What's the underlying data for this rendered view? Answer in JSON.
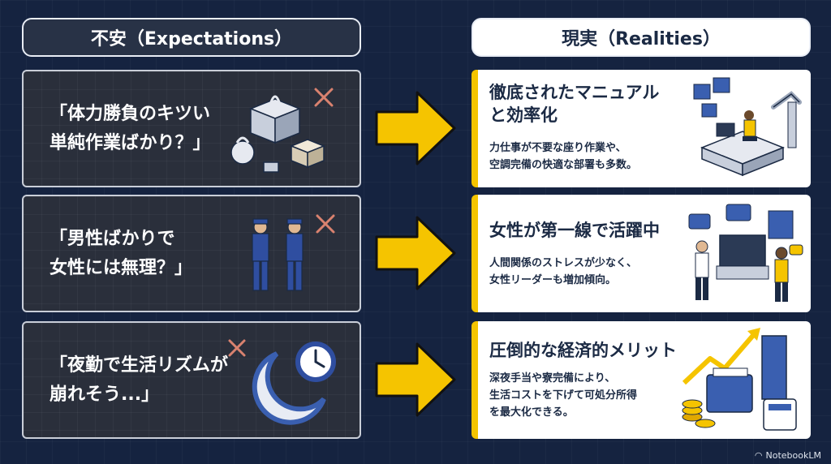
{
  "headers": {
    "left": "不安（Expectations）",
    "right": "現実（Realities）"
  },
  "rows": [
    {
      "concern_lines": [
        "「体力勝負のキツい",
        "単純作業ばかり？」"
      ],
      "title_lines": [
        "徹底されたマニュアル",
        "と効率化"
      ],
      "desc_lines": [
        "力仕事が不要な座り作業や、",
        "空調完備の快適な部署も多数。"
      ]
    },
    {
      "concern_lines": [
        "「男性ばかりで",
        "女性には無理？」"
      ],
      "title_lines": [
        "女性が第一線で活躍中"
      ],
      "desc_lines": [
        "人間関係のストレスが少なく、",
        "女性リーダーも増加傾向。"
      ]
    },
    {
      "concern_lines": [
        "「夜勤で生活リズムが",
        "崩れそう...」"
      ],
      "title_lines": [
        "圧倒的な経済的メリット"
      ],
      "desc_lines": [
        "深夜手当や寮完備により、",
        "生活コストを下げて可処分所得",
        "を最大化できる。"
      ]
    }
  ],
  "brand": "NotebookLM",
  "colors": {
    "background": "#152340",
    "accent": "#f5c400",
    "x_mark": "#d9826f",
    "card_dark": "#2a2f3b",
    "card_light": "#ffffff"
  },
  "icons": {
    "row1_left": "weights-and-boxes-icon",
    "row2_left": "male-workers-icon",
    "row3_left": "moon-clock-icon",
    "row1_right": "desk-worker-robot-icon",
    "row2_right": "women-team-icon",
    "row3_right": "money-growth-icon"
  }
}
